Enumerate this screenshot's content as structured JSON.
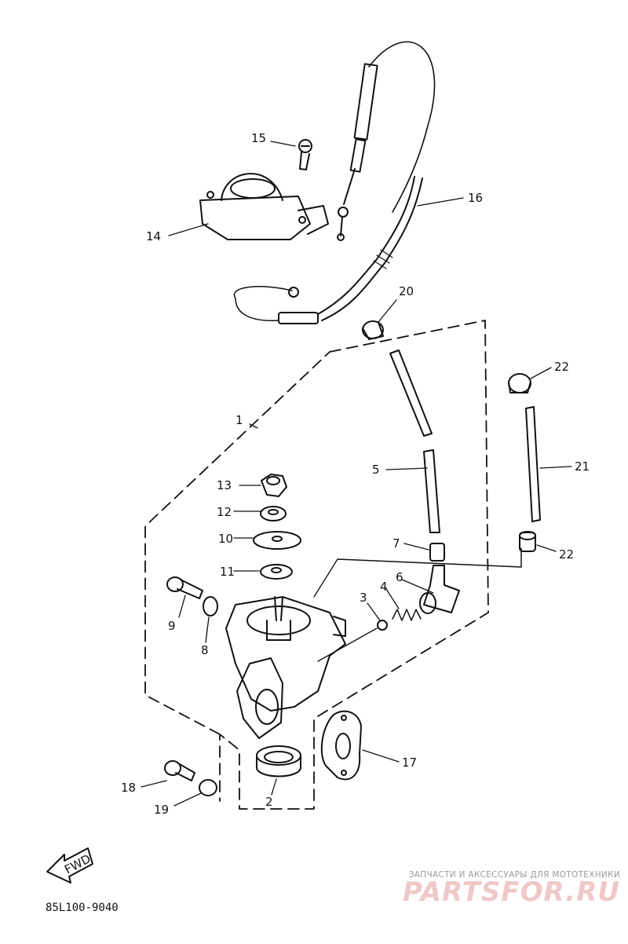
{
  "diagram": {
    "callouts": [
      "1",
      "2",
      "3",
      "4",
      "5",
      "6",
      "7",
      "8",
      "9",
      "10",
      "11",
      "12",
      "13",
      "14",
      "15",
      "16",
      "17",
      "18",
      "19",
      "20",
      "21",
      "22",
      "22"
    ],
    "direction_badge": "FWD",
    "drawing_code": "85L100-9040"
  },
  "watermark": {
    "tagline": "ЗАПЧАСТИ И АКСЕССУАРЫ ДЛЯ МОТОТЕХНИКИ",
    "brand": "PARTSFOR.RU",
    "brand_color": "#f0c8c8"
  }
}
